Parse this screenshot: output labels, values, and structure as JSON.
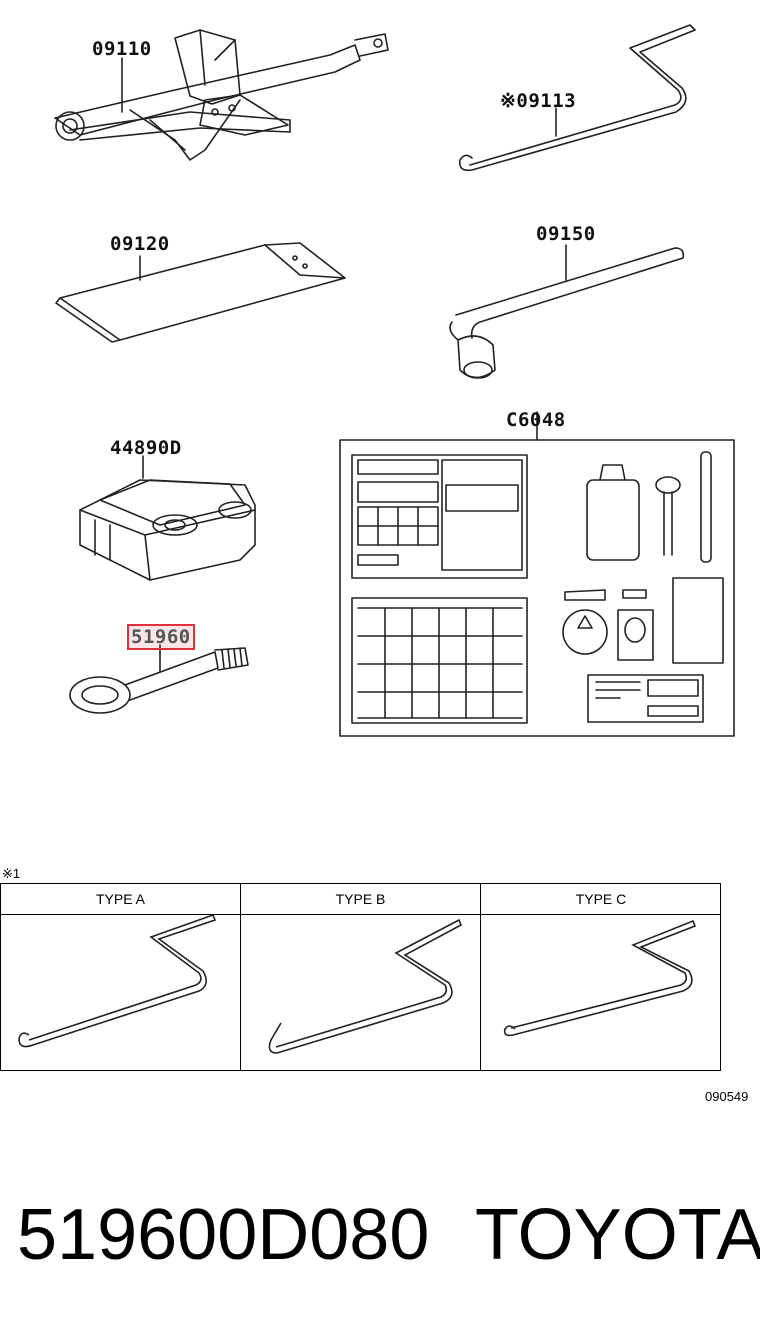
{
  "parts": {
    "jack": "09110",
    "jack_handle": "※09113",
    "bag": "09120",
    "wrench": "09150",
    "repair_kit": "44890D",
    "eye_bolt": "51960",
    "labels": "C6048"
  },
  "note_mark": "※1",
  "type_table": {
    "headers": [
      "TYPE A",
      "TYPE B",
      "TYPE C"
    ]
  },
  "diagram_code": "090549",
  "caption": {
    "part_number": "519600D080",
    "brand": "TOYOTA"
  },
  "colors": {
    "highlight": "#e0303a",
    "line": "#222222"
  }
}
